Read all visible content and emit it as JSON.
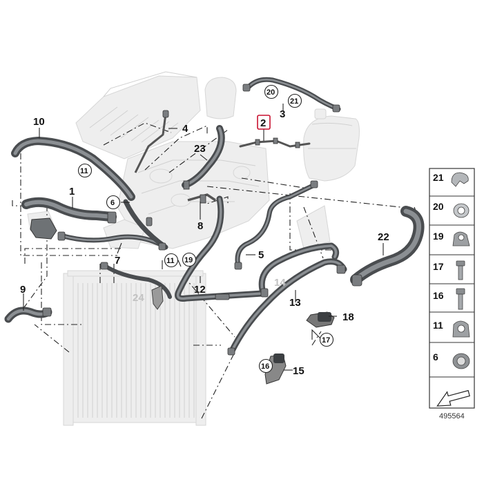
{
  "diagram_number": "495564",
  "callouts": [
    {
      "id": "c1",
      "text": "1"
    },
    {
      "id": "c2",
      "text": "2",
      "highlighted": true
    },
    {
      "id": "c3",
      "text": "3"
    },
    {
      "id": "c4",
      "text": "4"
    },
    {
      "id": "c5",
      "text": "5"
    },
    {
      "id": "c6",
      "text": "6",
      "circled": true
    },
    {
      "id": "c7",
      "text": "7"
    },
    {
      "id": "c8",
      "text": "8"
    },
    {
      "id": "c9",
      "text": "9"
    },
    {
      "id": "c10",
      "text": "10"
    },
    {
      "id": "c11a",
      "text": "11",
      "circled": true
    },
    {
      "id": "c11b",
      "text": "11",
      "circled": true
    },
    {
      "id": "c12",
      "text": "12"
    },
    {
      "id": "c13",
      "text": "13"
    },
    {
      "id": "c14",
      "text": "14",
      "faded": true
    },
    {
      "id": "c15",
      "text": "15"
    },
    {
      "id": "c16",
      "text": "16",
      "circled": true
    },
    {
      "id": "c17",
      "text": "17",
      "circled": true
    },
    {
      "id": "c18",
      "text": "18"
    },
    {
      "id": "c19",
      "text": "19",
      "circled": true
    },
    {
      "id": "c20",
      "text": "20",
      "circled": true
    },
    {
      "id": "c21",
      "text": "21",
      "circled": true
    },
    {
      "id": "c22",
      "text": "22"
    },
    {
      "id": "c23",
      "text": "23"
    },
    {
      "id": "c24",
      "text": "24",
      "faded": true
    }
  ],
  "parts_panel": [
    "21",
    "20",
    "19",
    "17",
    "16",
    "11",
    "6"
  ]
}
